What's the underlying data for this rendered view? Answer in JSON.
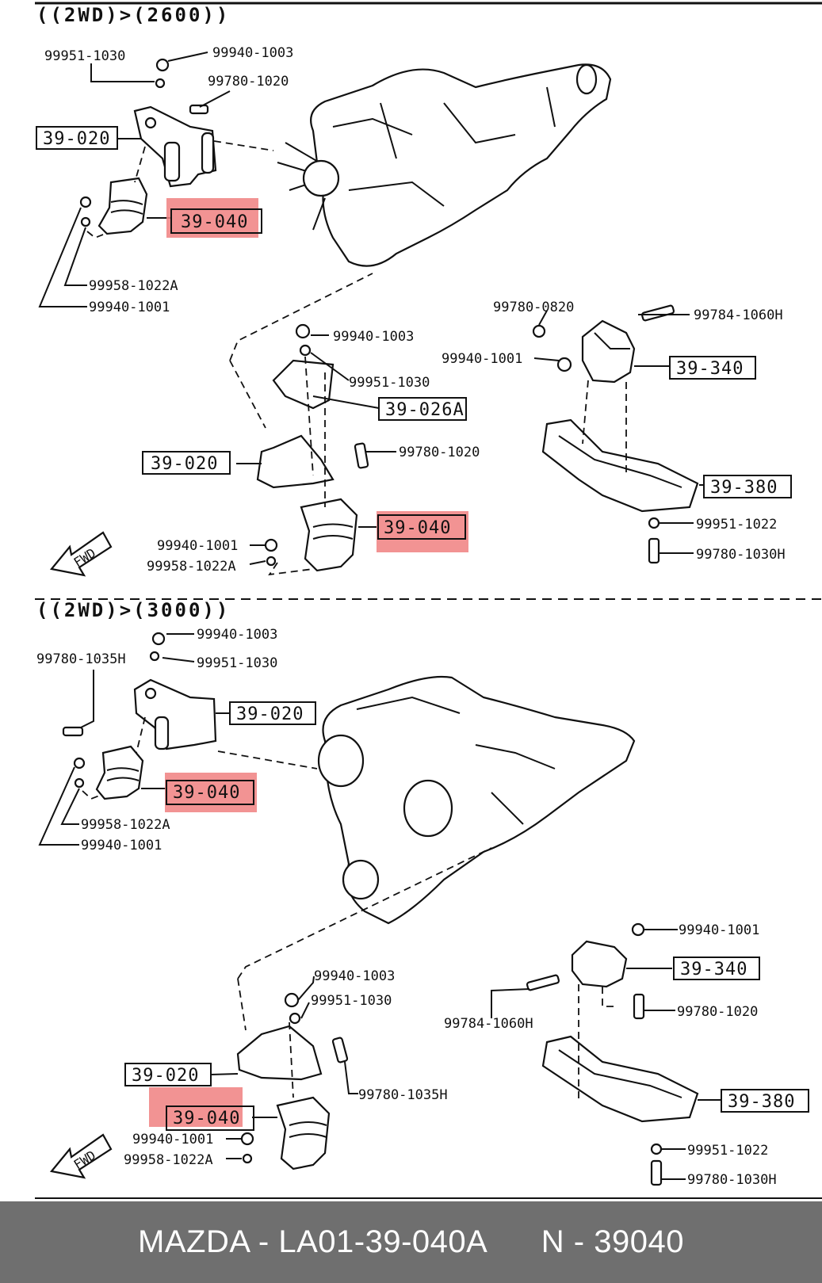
{
  "sections": {
    "top": "((2WD)>(2600))",
    "bottom": "((2WD)>(3000))"
  },
  "fwd": "FWD",
  "top": {
    "p1": "99951-1030",
    "p2": "99940-1003",
    "p3": "99780-1020",
    "p4": "99958-1022A",
    "p5": "99940-1001",
    "p6": "99780-0820",
    "p7": "99784-1060H",
    "p8": "99940-1001",
    "p9": "99940-1003",
    "p10": "99951-1030",
    "p11": "99780-1020",
    "p12": "99940-1001",
    "p13": "99958-1022A",
    "p14": "99951-1022",
    "p15": "99780-1030H",
    "r1": "39-020",
    "r2": "39-040",
    "r3": "39-340",
    "r4": "39-026A",
    "r5": "39-020",
    "r6": "39-040",
    "r7": "39-380"
  },
  "bottom": {
    "p1": "99940-1003",
    "p2": "99780-1035H",
    "p3": "99951-1030",
    "p4": "99958-1022A",
    "p5": "99940-1001",
    "p6": "99940-1001",
    "p7": "99940-1003",
    "p8": "99951-1030",
    "p9": "99784-1060H",
    "p10": "99780-1020",
    "p11": "99780-1035H",
    "p12": "99940-1001",
    "p13": "99958-1022A",
    "p14": "99951-1022",
    "p15": "99780-1030H",
    "r1": "39-020",
    "r2": "39-040",
    "r3": "39-340",
    "r4": "39-020",
    "r5": "39-040",
    "r6": "39-380"
  },
  "highlight_color": "#f08080",
  "footer": "MAZDA - LA01-39-040A      N - 39040"
}
